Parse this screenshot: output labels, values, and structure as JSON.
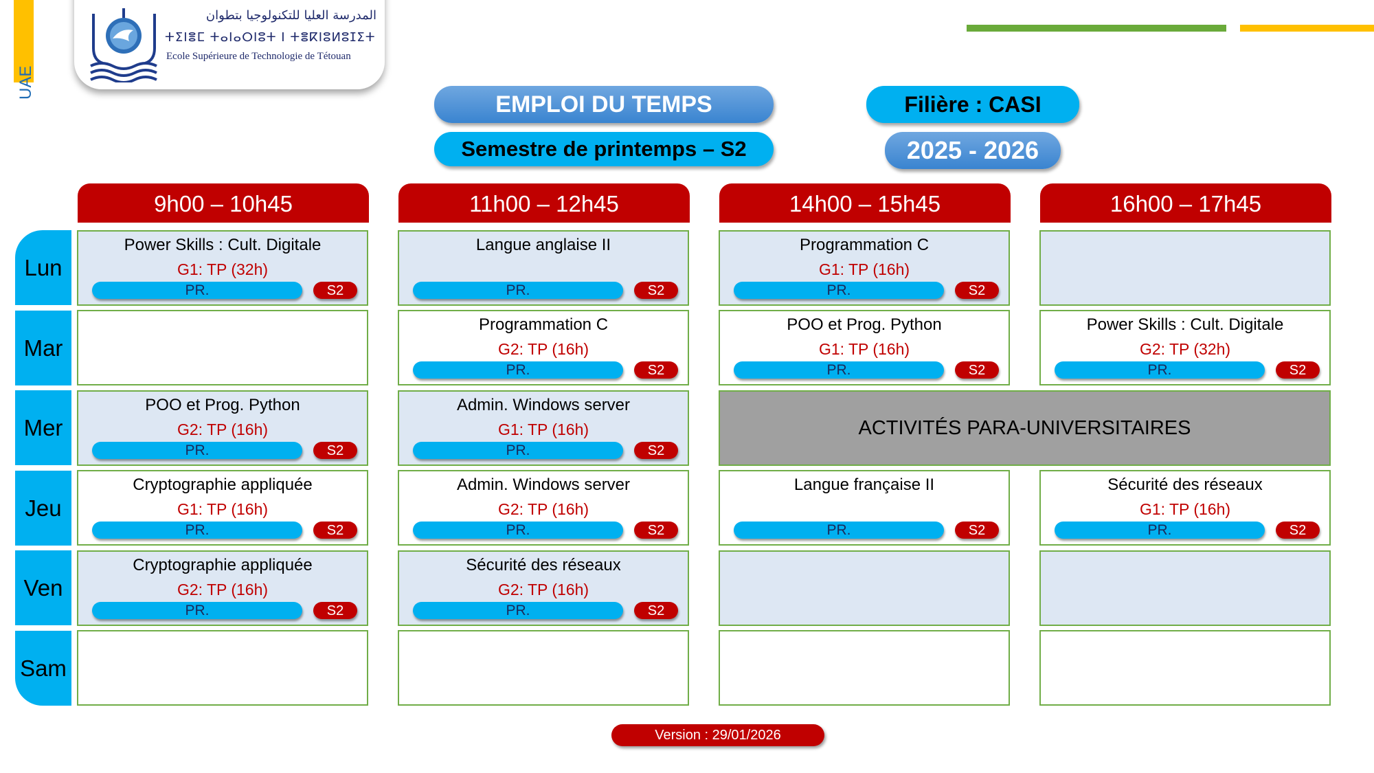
{
  "side_label": "UAE",
  "logo": {
    "arabic": "المدرسة العليا للتكنولوجيا بتطوان",
    "tifinagh": "ⵜⵉⵏⴻⵎ ⵜⴰⵏⴰⵔⵏⵓⵜ ⵏ ⵜⴻⴽⵏⵓⵍⵓⵊⵉⵜ",
    "french": "Ecole Supérieure de Technologie de Tétouan"
  },
  "header": {
    "title": "EMPLOI DU TEMPS",
    "semester": "Semestre de printemps – S2",
    "filiere": "Filière : CASI",
    "year": "2025 - 2026"
  },
  "colors": {
    "slot_header": "#c00000",
    "day_label": "#00b0f0",
    "cell_border": "#70ad47",
    "shaded_cell": "#dde7f3",
    "activity_cell": "#a0a0a0",
    "stripe_green": "#6aaa3a",
    "stripe_yellow": "#ffc000"
  },
  "slots": [
    "9h00 – 10h45",
    "11h00 – 12h45",
    "14h00 – 15h45",
    "16h00 – 17h45"
  ],
  "days": [
    "Lun",
    "Mar",
    "Mer",
    "Jeu",
    "Ven",
    "Sam"
  ],
  "grid": {
    "lun": [
      {
        "course": "Power Skills : Cult. Digitale",
        "group": "G1: TP (32h)",
        "prof": "PR.",
        "sem": "S2"
      },
      {
        "course": "Langue anglaise II",
        "group": "",
        "prof": "PR.",
        "sem": "S2"
      },
      {
        "course": "Programmation C",
        "group": "G1: TP (16h)",
        "prof": "PR.",
        "sem": "S2"
      },
      {}
    ],
    "mar": [
      {},
      {
        "course": "Programmation C",
        "group": "G2: TP (16h)",
        "prof": "PR.",
        "sem": "S2"
      },
      {
        "course": "POO et Prog. Python",
        "group": "G1: TP (16h)",
        "prof": "PR.",
        "sem": "S2"
      },
      {
        "course": "Power Skills : Cult. Digitale",
        "group": "G2: TP (32h)",
        "prof": "PR.",
        "sem": "S2"
      }
    ],
    "mer": [
      {
        "course": "POO et Prog. Python",
        "group": "G2: TP (16h)",
        "prof": "PR.",
        "sem": "S2"
      },
      {
        "course": "Admin. Windows server",
        "group": "G1: TP (16h)",
        "prof": "PR.",
        "sem": "S2"
      }
    ],
    "mer_activity": "ACTIVITÉS PARA-UNIVERSITAIRES",
    "jeu": [
      {
        "course": "Cryptographie appliquée",
        "group": "G1: TP (16h)",
        "prof": "PR.",
        "sem": "S2"
      },
      {
        "course": "Admin. Windows server",
        "group": "G2: TP (16h)",
        "prof": "PR.",
        "sem": "S2"
      },
      {
        "course": "Langue française II",
        "group": "",
        "prof": "PR.",
        "sem": "S2"
      },
      {
        "course": "Sécurité des réseaux",
        "group": "G1: TP (16h)",
        "prof": "PR.",
        "sem": "S2"
      }
    ],
    "ven": [
      {
        "course": "Cryptographie appliquée",
        "group": "G2: TP (16h)",
        "prof": "PR.",
        "sem": "S2"
      },
      {
        "course": "Sécurité des réseaux",
        "group": "G2: TP (16h)",
        "prof": "PR.",
        "sem": "S2"
      },
      {},
      {}
    ]
  },
  "version": "Version : 29/01/2026"
}
